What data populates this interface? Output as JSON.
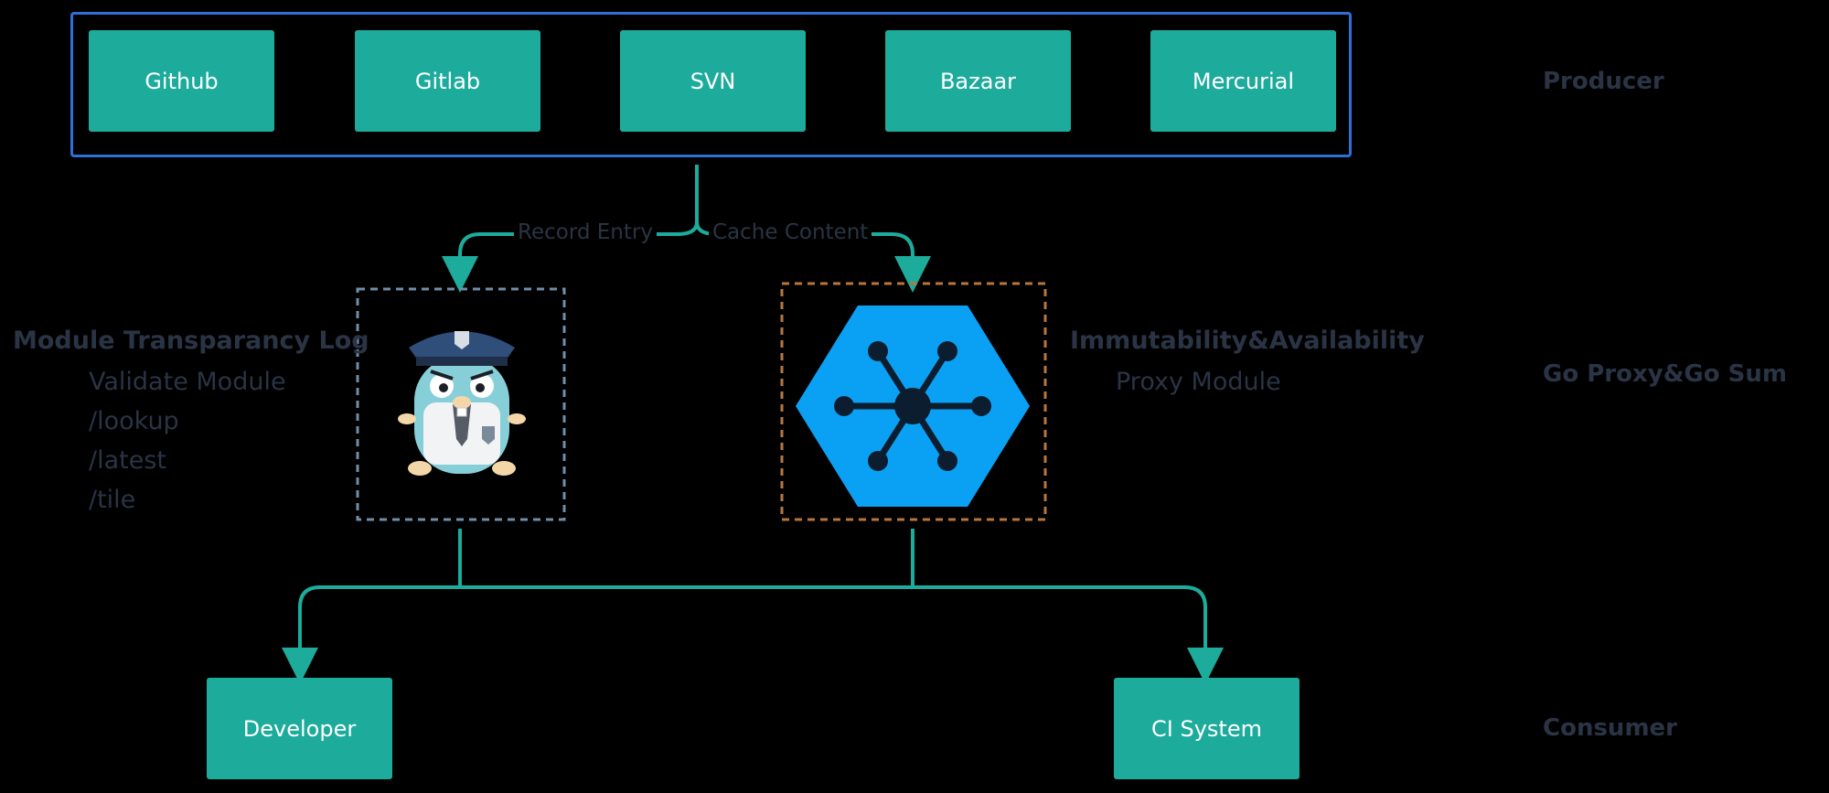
{
  "producers": [
    "Github",
    "Gitlab",
    "SVN",
    "Bazaar",
    "Mercurial"
  ],
  "tiers": {
    "producer": "Producer",
    "middle": "Go Proxy&Go Sum",
    "consumer": "Consumer"
  },
  "edges": {
    "record": "Record Entry",
    "cache": "Cache Content"
  },
  "left_node": {
    "title": "Module Transparancy Log",
    "lines": [
      "Validate Module",
      "/lookup",
      "/latest",
      "/tile"
    ],
    "icon": "gopher-police-mascot-icon"
  },
  "right_node": {
    "title": "Immutability&Availability",
    "subtitle": "Proxy Module",
    "icon": "hexagon-hub-icon"
  },
  "consumers": [
    "Developer",
    "CI System"
  ],
  "colors": {
    "box": "#1dab9c",
    "arrow": "#1dab9c",
    "frame": "#2e6fd9",
    "hexagon": "#0aa1f5",
    "text": "#2a3445"
  }
}
